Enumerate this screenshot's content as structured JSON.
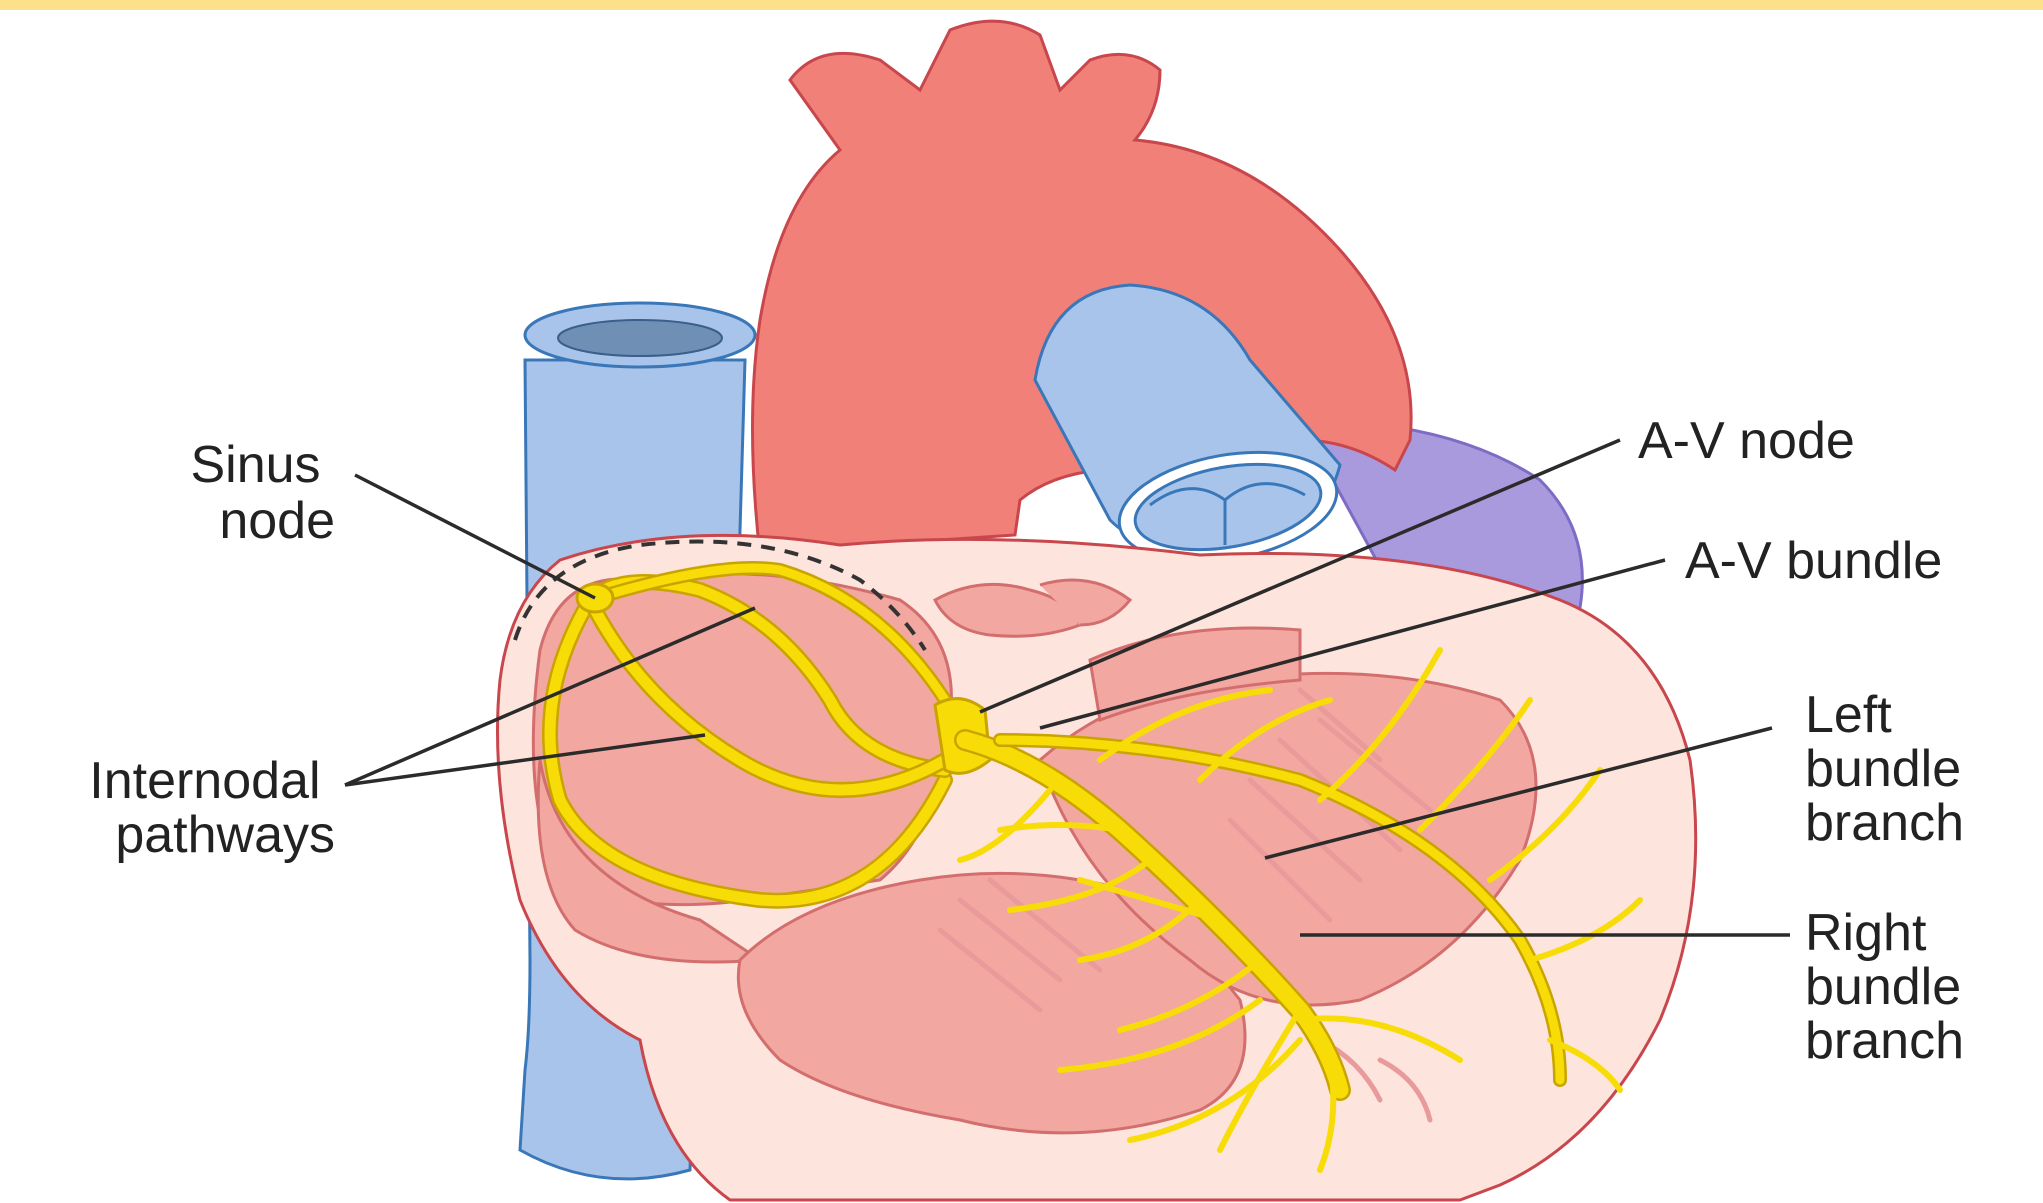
{
  "labels": {
    "sinus_node": [
      "Sinus",
      "node"
    ],
    "internodal_pathways": [
      "Internodal",
      "pathways"
    ],
    "av_node": "A-V node",
    "av_bundle": "A-V bundle",
    "left_bundle_branch": [
      "Left",
      "bundle",
      "branch"
    ],
    "right_bundle_branch": [
      "Right",
      "bundle",
      "branch"
    ]
  },
  "colors": {
    "top_border": "#fde08a",
    "aorta": "#f08078",
    "vessel_blue": "#a9c4ea",
    "heart_wall": "#fde4dc",
    "chamber": "#f2a7a0",
    "left_atrium": "#a99ade",
    "conduction": "#f7dc07"
  }
}
